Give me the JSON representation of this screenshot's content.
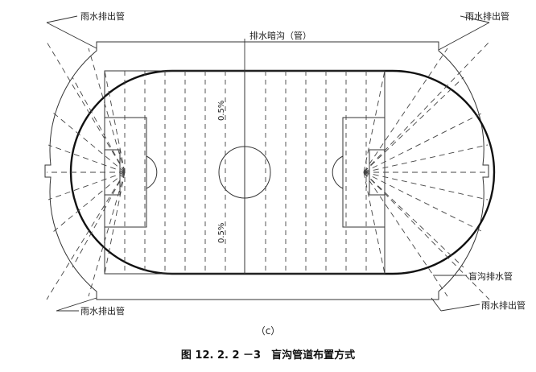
{
  "labels": {
    "rain_pipe_top_left": "雨水排出管",
    "rain_pipe_top_right": "雨水排出管",
    "rain_pipe_bottom_left": "雨水排出管",
    "rain_pipe_bottom_right": "雨水排出管",
    "drain_channel": "排水暗沟（管）",
    "blind_ditch": "盲沟排水管",
    "slope_top": "0.5%",
    "slope_bottom": "0.5%"
  },
  "sub_label": "（c）",
  "caption": "图 12. 2. 2 －3　盲沟管道布置方式"
}
